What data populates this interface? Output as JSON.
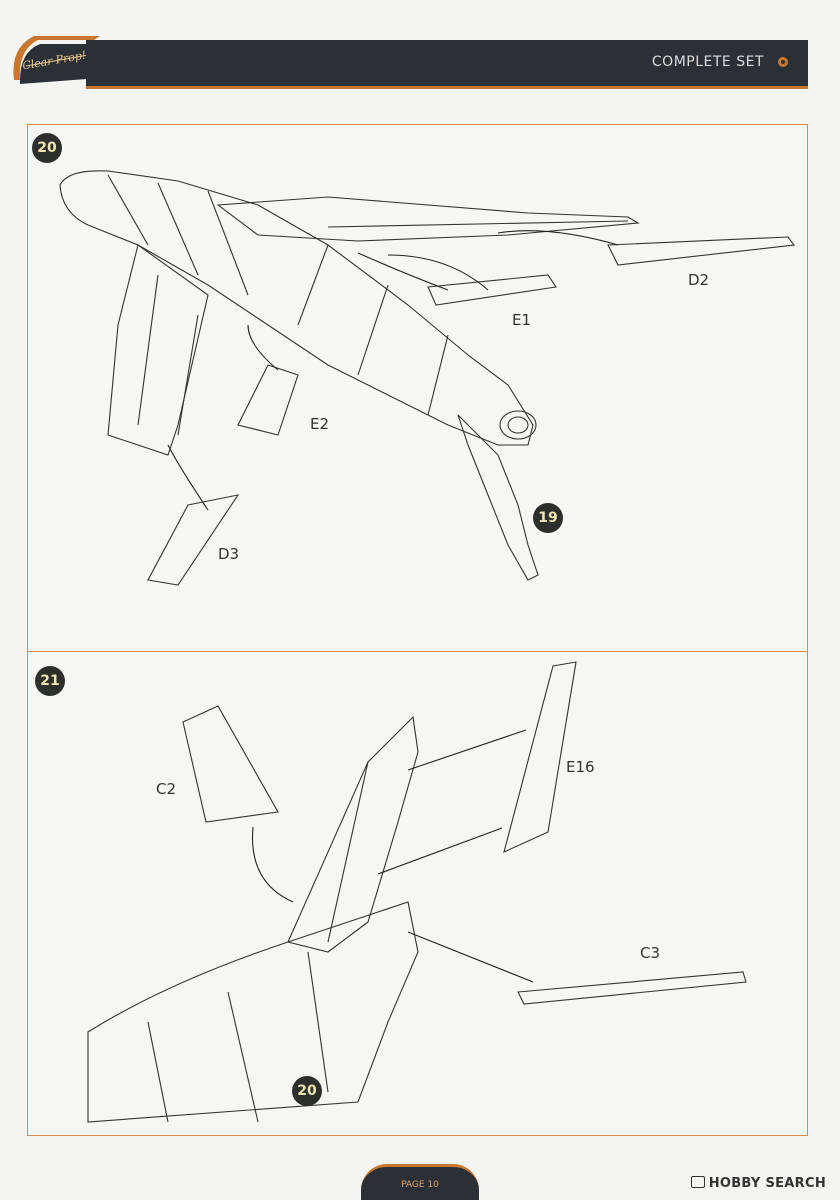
{
  "header": {
    "brand": "Clear Prop!",
    "set_title": "COMPLETE SET",
    "accent_color": "#c9772e",
    "bar_color": "#2b3036"
  },
  "steps": [
    {
      "number": "20",
      "parts": [
        "D2",
        "E1",
        "E2",
        "D3"
      ],
      "reference_step": "19"
    },
    {
      "number": "21",
      "parts": [
        "C2",
        "E16",
        "C3"
      ],
      "reference_step": "20"
    }
  ],
  "footer": {
    "page_label": "PAGE 10",
    "watermark": "HOBBY SEARCH"
  }
}
